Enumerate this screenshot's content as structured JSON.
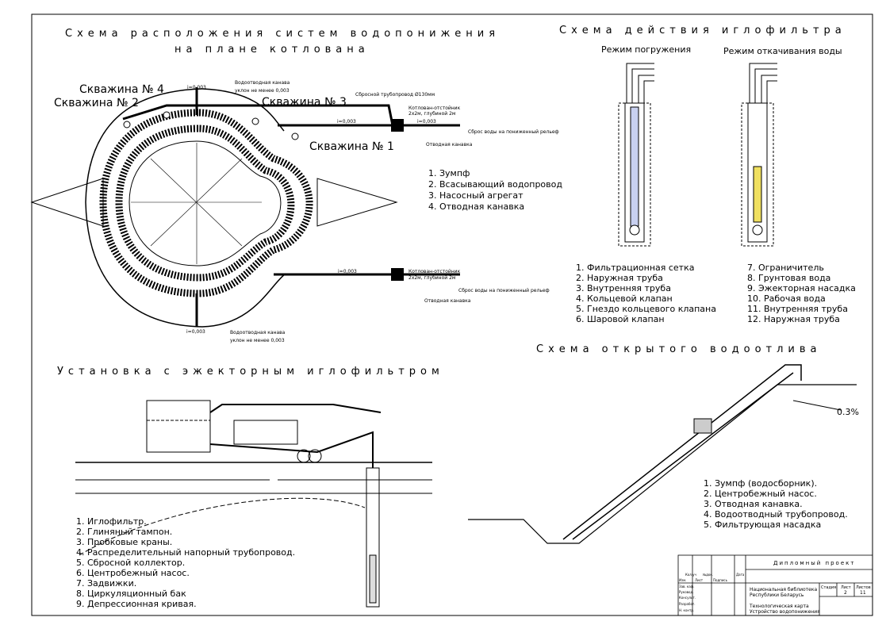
{
  "plan": {
    "title_line1": "Схема расположения систем водопонижения",
    "title_line2": "на плане котлована",
    "wells": [
      "Скважина № 1",
      "Скважина № 2",
      "Скважина № 3",
      "Скважина № 4"
    ],
    "ditch_label": "Водоотводная канава",
    "ditch_slope": "уклон не менее 0,003",
    "pipe_label": "Сбросной трубопровод Ø130мм",
    "settler_label": "Котлован-отстойник",
    "settler_size": "2х2м, глубиной 2м",
    "discharge_label": "Сброс воды на пониженный рельеф",
    "outlet_label": "Отводная канавка",
    "slope": "i=0,003",
    "legend": [
      "1. Зумпф",
      "2. Всасывающий водопровод",
      "3. Насосный агрегат",
      "4. Отводная канавка"
    ]
  },
  "wellpoint": {
    "title": "Схема действия иглофильтра",
    "mode1": "Режим погружения",
    "mode2": "Режим откачивания воды",
    "legend_left": [
      "1. Фильтрационная сетка",
      "2. Наружная труба",
      "3. Внутренняя труба",
      "4. Кольцевой клапан",
      "5. Гнездо кольцевого клапана",
      "6. Шаровой клапан"
    ],
    "legend_right": [
      "7. Ограничитель",
      "8. Грунтовая вода",
      "9. Эжекторная насадка",
      "10. Рабочая вода",
      "11. Внутренняя труба",
      "12. Наружная труба"
    ]
  },
  "ejector": {
    "title": "Установка с эжекторным иглофильтром",
    "legend": [
      "1. Иглофильтр.",
      "2. Глиняный тампон.",
      "3. Пробковые краны.",
      "4. Распределительный напорный трубопровод.",
      "5. Сбросной коллектор.",
      "6. Центробежный насос.",
      "7. Задвижки.",
      "8. Циркуляционный бак",
      "9. Депрессионная кривая."
    ]
  },
  "open": {
    "title": "Схема открытого водоотлива",
    "slope": "0.3%",
    "legend": [
      "1. Зумпф (водосборник).",
      "2. Центробежный насос.",
      "3. Отводная канавка.",
      "4. Водоотводный трубопровод.",
      "5. Фильтрующая насадка"
    ]
  },
  "title_block": {
    "project": "Дипломный проект",
    "org_line1": "Национальная библиотека",
    "org_line2": "Республики Беларусь",
    "doc_line1": "Технологическая карта",
    "doc_line2": "Устройство водопонижения",
    "stage_header": "Стадия",
    "sheet_header": "Лист",
    "sheets_header": "Листов",
    "sheet": "2",
    "sheets": "11",
    "columns": [
      "Изм.",
      "Кол.уч",
      "Лист",
      "№док.",
      "Подпись",
      "Дата"
    ],
    "roles": [
      "Зав. каф.",
      "Руковод.",
      "Консульт.",
      "Разработ.",
      "Н. контр."
    ]
  }
}
